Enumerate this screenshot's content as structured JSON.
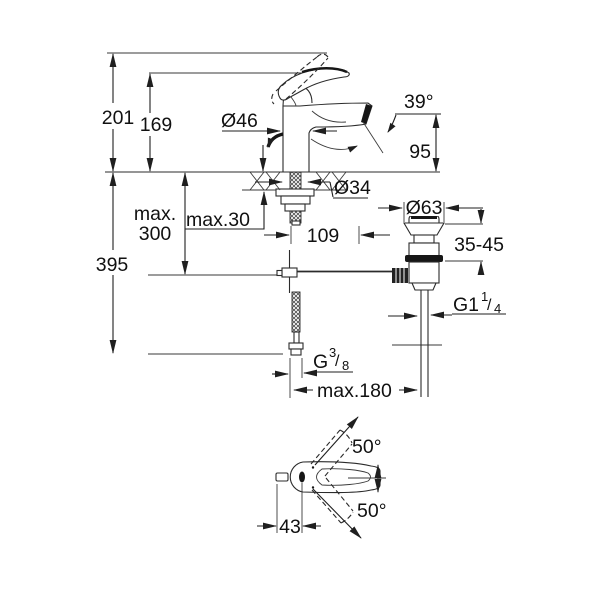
{
  "colors": {
    "line": "#2b2b2b",
    "text": "#111111",
    "background": "#ffffff",
    "dark_fill": "#161616"
  },
  "labels": {
    "height_total": "201",
    "height_to_spout": "169",
    "depth_total": "395",
    "max_depth_line1": "max.",
    "max_depth_line2": "300",
    "deck_thickness": "max.30",
    "body_diameter": "Ø46",
    "shank_diameter": "Ø34",
    "spout_projection": "109",
    "stream_angle": "39°",
    "outlet_height": "95",
    "waste_flange_diameter": "Ø63",
    "waste_clamp_range": "35-45",
    "waste_thread": {
      "base": "G1",
      "num": "1",
      "slash": "/",
      "den": "4"
    },
    "supply_thread": {
      "base": "G",
      "num": "3",
      "slash": "/",
      "den": "8"
    },
    "max_distance": "max.180",
    "handle_swing_up": "50°",
    "handle_swing_down": "50°",
    "handle_length": "43"
  }
}
